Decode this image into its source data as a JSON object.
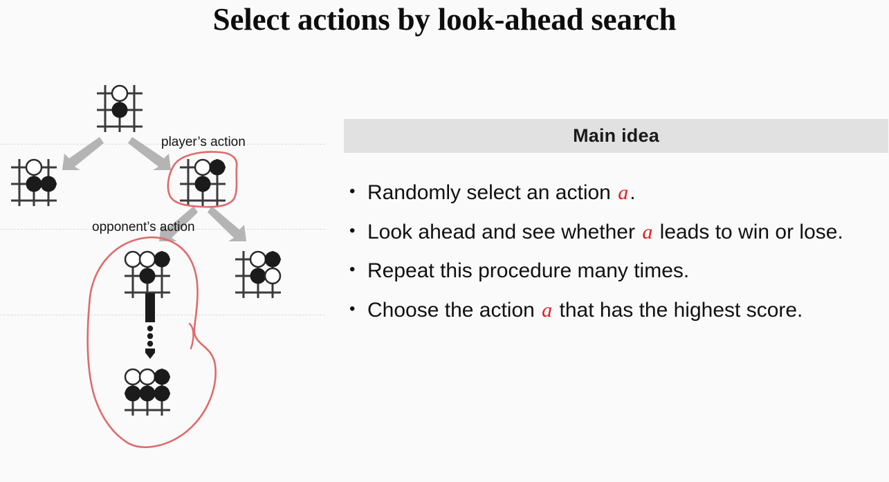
{
  "slide": {
    "title": "Select actions by look-ahead search",
    "background_color": "#fafafa"
  },
  "main_panel": {
    "header": "Main idea",
    "header_background": "#e1e1e1",
    "bullet_marker": "•",
    "accent_color": "#e02020",
    "bullets": [
      {
        "id": "bullet-random-select",
        "parts": [
          {
            "t": "Randomly select an action ",
            "style": "plain"
          },
          {
            "t": "a",
            "style": "var"
          },
          {
            "t": ".",
            "style": "plain"
          }
        ]
      },
      {
        "id": "bullet-look-ahead",
        "parts": [
          {
            "t": "Look ahead and see whether ",
            "style": "plain"
          },
          {
            "t": "a",
            "style": "var"
          },
          {
            "t": " leads to win or lose.",
            "style": "plain"
          }
        ]
      },
      {
        "id": "bullet-repeat",
        "parts": [
          {
            "t": "Repeat this procedure many times.",
            "style": "plain"
          }
        ]
      },
      {
        "id": "bullet-choose",
        "parts": [
          {
            "t": "Choose the action ",
            "style": "plain"
          },
          {
            "t": "a",
            "style": "var"
          },
          {
            "t": " that has the highest score.",
            "style": "plain"
          }
        ]
      }
    ]
  },
  "tree": {
    "labels": {
      "player_action": "player’s action",
      "opponent_action": "opponent’s action"
    },
    "arrow_color": "#b4b4b4",
    "highlight_color": "#e06a6a",
    "boards": [
      {
        "id": "board-root",
        "name": "root-position",
        "stones": [
          {
            "c": 1,
            "r": 0,
            "color": "white"
          },
          {
            "c": 1,
            "r": 1,
            "color": "black"
          }
        ]
      },
      {
        "id": "board-child-left",
        "name": "player-action-left",
        "stones": [
          {
            "c": 1,
            "r": 0,
            "color": "white"
          },
          {
            "c": 1,
            "r": 1,
            "color": "black"
          },
          {
            "c": 2,
            "r": 1,
            "color": "black"
          }
        ]
      },
      {
        "id": "board-child-right",
        "name": "player-action-right-selected",
        "stones": [
          {
            "c": 1,
            "r": 0,
            "color": "white"
          },
          {
            "c": 2,
            "r": 0,
            "color": "black"
          },
          {
            "c": 1,
            "r": 1,
            "color": "black"
          }
        ]
      },
      {
        "id": "board-grandchild-left",
        "name": "opponent-action-left",
        "stones": [
          {
            "c": 0,
            "r": 0,
            "color": "white"
          },
          {
            "c": 1,
            "r": 0,
            "color": "white"
          },
          {
            "c": 2,
            "r": 0,
            "color": "black"
          },
          {
            "c": 1,
            "r": 1,
            "color": "black"
          }
        ]
      },
      {
        "id": "board-grandchild-right",
        "name": "opponent-action-right",
        "stones": [
          {
            "c": 1,
            "r": 0,
            "color": "white"
          },
          {
            "c": 2,
            "r": 0,
            "color": "black"
          },
          {
            "c": 1,
            "r": 1,
            "color": "black"
          },
          {
            "c": 2,
            "r": 1,
            "color": "white"
          }
        ]
      },
      {
        "id": "board-terminal",
        "name": "terminal-position",
        "stones": [
          {
            "c": 0,
            "r": 0,
            "color": "white"
          },
          {
            "c": 1,
            "r": 0,
            "color": "white"
          },
          {
            "c": 2,
            "r": 0,
            "color": "black"
          },
          {
            "c": 0,
            "r": 1,
            "color": "black"
          },
          {
            "c": 1,
            "r": 1,
            "color": "black"
          },
          {
            "c": 2,
            "r": 1,
            "color": "black"
          }
        ]
      }
    ]
  }
}
